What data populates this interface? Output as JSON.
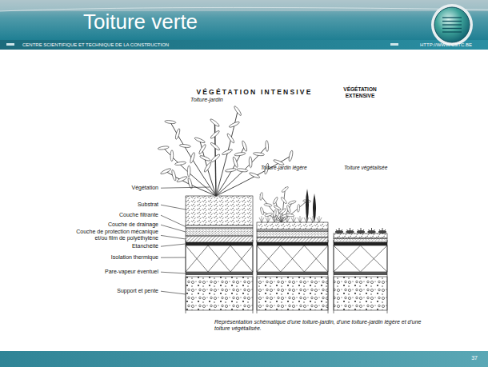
{
  "diagram": {
    "title": "Toiture verte",
    "caption": "Représentation schématique d'une toiture-jardin, d'une toiture-jardin légère et d'une toiture végétalisée.",
    "labels": [
      "CENTRE SCIENTIFIQUE ET TECHNIQUE DE LA CONSTRUCTION",
      "HTTP://WWW.CSTC.BE",
      "VÉGÉTATION INTENSIVE",
      "Toiture-jardin",
      "VÉGÉTATION EXTENSIVE",
      "Toiture-jardin légère",
      "Toiture végétalisée",
      "Végétation",
      "Substrat",
      "Couche filtrante",
      "Couche de drainage",
      "Couche de protection mécanique et/ou film de polyéthylène",
      "Etanchéité",
      "Isolation thermique",
      "Pare-vapeur éventuel",
      "Support et pente",
      "37"
    ]
  }
}
